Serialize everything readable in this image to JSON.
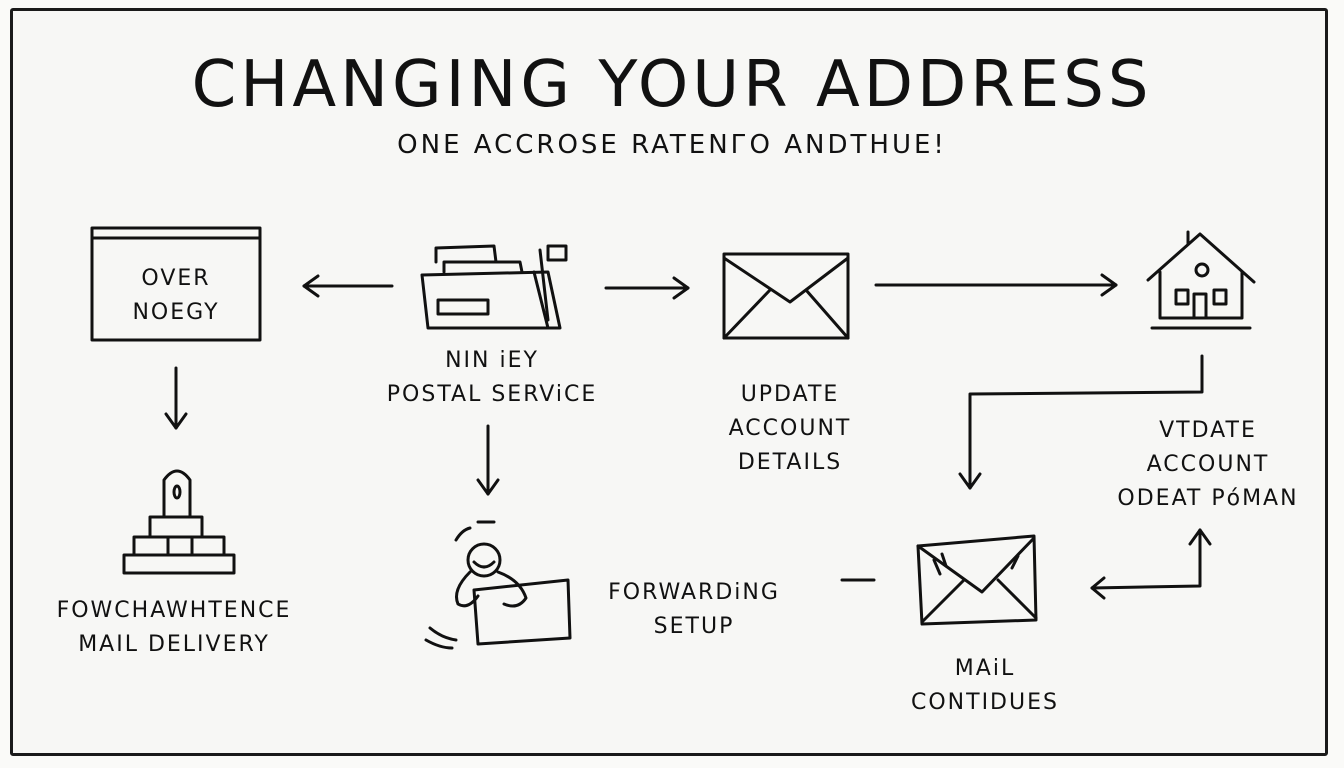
{
  "title": "CHANGING YOUR ADDRESS",
  "subtitle": "ONE ACCROSE RATENГО ANDTHUE!",
  "nodes": {
    "over_noegy": {
      "lines": [
        "OVER",
        "NOEGY"
      ],
      "icon": "window-icon"
    },
    "postal": {
      "lines": [
        "NIN iEY",
        "POSTAL SERViCE"
      ],
      "icon": "post-office-icon"
    },
    "update_account": {
      "lines": [
        "UPDATE",
        "ACCOUNT",
        "DETAILS"
      ],
      "icon": "envelope-icon"
    },
    "house": {
      "lines": [],
      "icon": "house-icon"
    },
    "mail_delivery": {
      "lines": [
        "FOWCHAWHTENCE",
        "MAIL DELIVERY"
      ],
      "icon": "mailbox-stand-icon"
    },
    "forwarding": {
      "lines": [
        "FORWARDiNG",
        "SETUP"
      ],
      "icon": "person-with-box-icon"
    },
    "mail_continues": {
      "lines": [
        "MAiL",
        "CONTIDUES"
      ],
      "icon": "open-envelope-icon"
    },
    "vtdate_account": {
      "lines": [
        "VTDATE",
        "ACCOUNT",
        "ODEAT PόMAN"
      ]
    }
  }
}
